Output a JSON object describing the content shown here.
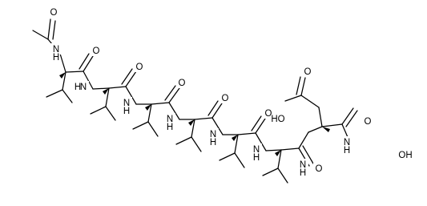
{
  "labels": {
    "o": "O",
    "n": "N",
    "h": "H",
    "oh": "OH",
    "ho": "HO"
  }
}
